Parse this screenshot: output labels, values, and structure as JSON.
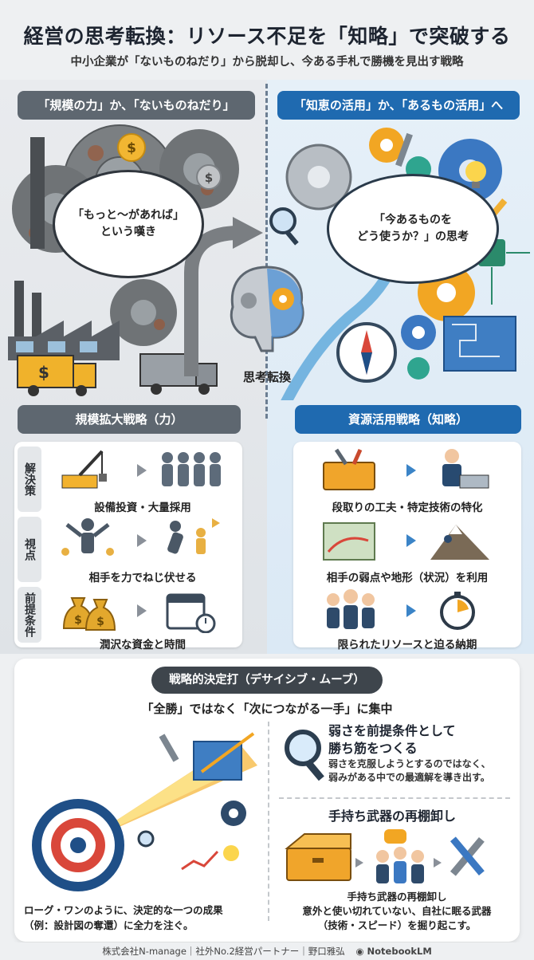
{
  "header": {
    "title": "経営の思考転換：リソース不足を「知略」で突破する",
    "subtitle": "中小企業が「ないものねだり」から脱却し、今ある手札で勝機を見出す戦略"
  },
  "left": {
    "tag": "「規模の力」か、「ないものねだり」",
    "bubble_line1": "「もっと〜があれば」",
    "bubble_line2": "という嘆き",
    "panel_title": "規模拡大戦略（力）",
    "rows": [
      {
        "label": "解決策",
        "caption": "設備投資・大量採用"
      },
      {
        "label": "視点",
        "caption": "相手を力でねじ伏せる"
      },
      {
        "label": "前提条件",
        "caption": "潤沢な資金と時間"
      }
    ]
  },
  "right": {
    "tag": "「知恵の活用」か、「あるもの活用」へ",
    "bubble_line1": "「今あるものを",
    "bubble_line2": "どう使うか？」の思考",
    "panel_title": "資源活用戦略（知略）",
    "rows": [
      {
        "caption": "段取りの工夫・特定技術の特化"
      },
      {
        "caption": "相手の弱点や地形（状況）を利用"
      },
      {
        "caption": "限られたリソースと迫る納期"
      }
    ]
  },
  "center": {
    "shift_label": "思考転換"
  },
  "bottom": {
    "pill": "戦略的決定打（デサイシブ・ムーブ）",
    "focus": "「全勝」ではなく「次につながる一手」に集中",
    "left_caption_1": "ローグ・ワンのように、決定的な一つの成果",
    "left_caption_2": "（例：設計図の奪還）に全力を注ぐ。",
    "point1_title_1": "弱さを前提条件として",
    "point1_title_2": "勝ち筋をつくる",
    "point1_body_1": "弱さを克服しようとするのではなく、",
    "point1_body_2": "弱みがある中での最適解を導き出す。",
    "point2_title": "手持ち武器の再棚卸し",
    "point2_cap_1": "手持ち武器の再棚卸し",
    "point2_cap_2": "意外と使い切れていない、自社に眠る武器",
    "point2_cap_3": "（技術・スピード）を掘り起こす。"
  },
  "footer": {
    "text": "株式会社N-manage｜社外No.2経営パートナー｜野口雅弘",
    "brand": "NotebookLM"
  },
  "colors": {
    "gray_header": "#5e6770",
    "blue_header": "#1f6ab0",
    "dark_pill": "#3e454c"
  }
}
